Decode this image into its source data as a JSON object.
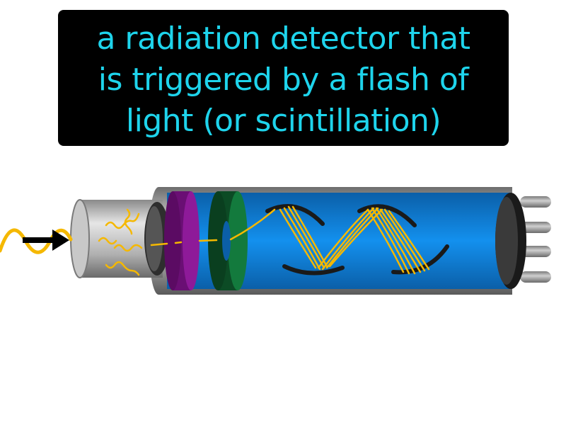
{
  "definition": {
    "lines": [
      "a radiation detector that",
      "is triggered by a flash of",
      "light (or scintillation)"
    ]
  },
  "colors": {
    "text_accent": "#1ed4ec",
    "box_background": "#000000",
    "tube_fill": "#0a8fe6",
    "crystal": "#7a1184",
    "photocathode_ring": "#0f5a2e",
    "electron_path": "#f5b800",
    "gamma_wave": "#f5b800",
    "dynode": "#222222",
    "pins": "#9a9a9a"
  },
  "icons": {
    "incoming_arrow": "right-arrow-icon"
  }
}
